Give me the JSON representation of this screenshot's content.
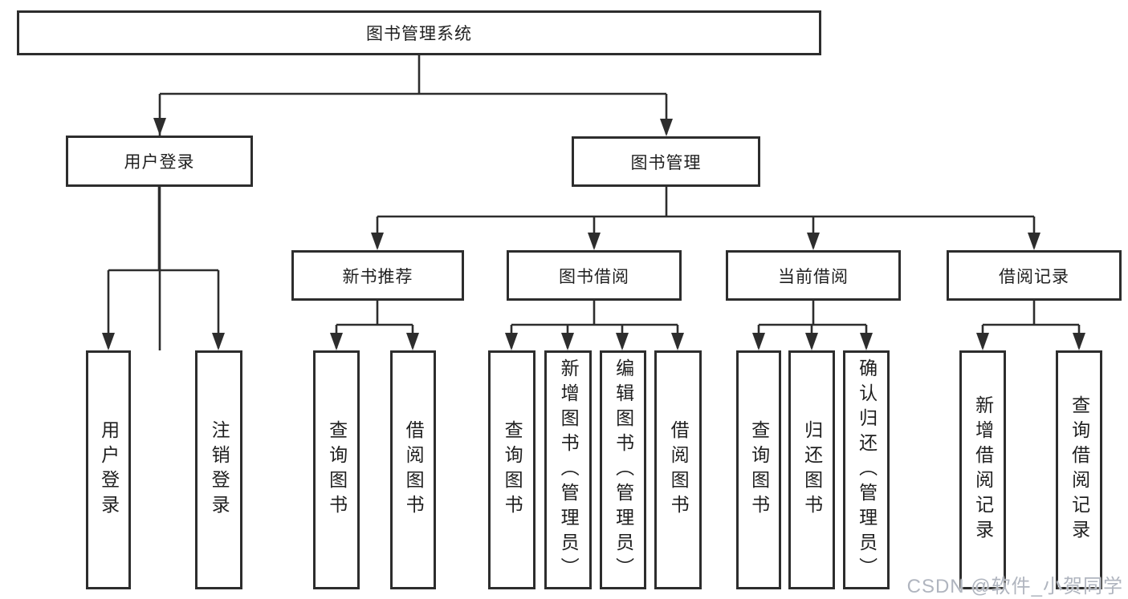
{
  "diagram_title": "图书管理系统",
  "tree": {
    "root": {
      "label": "图书管理系统"
    },
    "branches": [
      {
        "label": "用户登录",
        "children": [
          {
            "label": "用户登录"
          },
          {
            "label": "注销登录"
          }
        ]
      },
      {
        "label": "图书管理",
        "children": [
          {
            "label": "新书推荐",
            "children": [
              {
                "label": "查询图书"
              },
              {
                "label": "借阅图书"
              }
            ]
          },
          {
            "label": "图书借阅",
            "children": [
              {
                "label": "查询图书"
              },
              {
                "label": "新增图书（管理员）"
              },
              {
                "label": "编辑图书（管理员）"
              },
              {
                "label": "借阅图书"
              }
            ]
          },
          {
            "label": "当前借阅",
            "children": [
              {
                "label": "查询图书"
              },
              {
                "label": "归还图书"
              },
              {
                "label": "确认归还（管理员）"
              }
            ]
          },
          {
            "label": "借阅记录",
            "children": [
              {
                "label": "新增借阅记录"
              },
              {
                "label": "查询借阅记录"
              }
            ]
          }
        ]
      }
    ]
  },
  "watermark": "CSDN @软件_小贺同学",
  "colors": {
    "line": "#2d2d2d",
    "text": "#1f1f1f",
    "background": "#ffffff",
    "watermark": "#acb1bc"
  }
}
